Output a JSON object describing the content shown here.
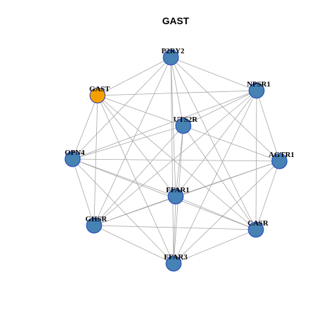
{
  "title": "GAST",
  "colors": {
    "query_node": "#f5a000",
    "node": "#4682b4",
    "node_border": "#1f3fbf",
    "edge": "#a6a6a6"
  },
  "nodes": [
    {
      "id": "P2RY2",
      "label": "P2RY2",
      "role": "node"
    },
    {
      "id": "NPSR1",
      "label": "NPSR1",
      "role": "node"
    },
    {
      "id": "GAST",
      "label": "GAST",
      "role": "query"
    },
    {
      "id": "UTS2R",
      "label": "UTS2R",
      "role": "node"
    },
    {
      "id": "OPN4",
      "label": "OPN4",
      "role": "node"
    },
    {
      "id": "AGTR1",
      "label": "AGTR1",
      "role": "node"
    },
    {
      "id": "FFAR1",
      "label": "FFAR1",
      "role": "node"
    },
    {
      "id": "GHSR",
      "label": "GHSR",
      "role": "node"
    },
    {
      "id": "CASR",
      "label": "CASR",
      "role": "node"
    },
    {
      "id": "FFAR3",
      "label": "FFAR3",
      "role": "node"
    }
  ],
  "edges": [
    [
      "P2RY2",
      "NPSR1"
    ],
    [
      "P2RY2",
      "GAST"
    ],
    [
      "P2RY2",
      "UTS2R"
    ],
    [
      "P2RY2",
      "OPN4"
    ],
    [
      "P2RY2",
      "AGTR1"
    ],
    [
      "P2RY2",
      "FFAR1"
    ],
    [
      "P2RY2",
      "GHSR"
    ],
    [
      "P2RY2",
      "CASR"
    ],
    [
      "P2RY2",
      "FFAR3"
    ],
    [
      "NPSR1",
      "GAST"
    ],
    [
      "NPSR1",
      "UTS2R"
    ],
    [
      "NPSR1",
      "OPN4"
    ],
    [
      "NPSR1",
      "AGTR1"
    ],
    [
      "NPSR1",
      "FFAR1"
    ],
    [
      "NPSR1",
      "GHSR"
    ],
    [
      "NPSR1",
      "CASR"
    ],
    [
      "NPSR1",
      "FFAR3"
    ],
    [
      "GAST",
      "UTS2R"
    ],
    [
      "GAST",
      "OPN4"
    ],
    [
      "GAST",
      "FFAR1"
    ],
    [
      "GAST",
      "GHSR"
    ],
    [
      "GAST",
      "CASR"
    ],
    [
      "GAST",
      "FFAR3"
    ],
    [
      "UTS2R",
      "OPN4"
    ],
    [
      "UTS2R",
      "AGTR1"
    ],
    [
      "UTS2R",
      "FFAR1"
    ],
    [
      "UTS2R",
      "GHSR"
    ],
    [
      "UTS2R",
      "CASR"
    ],
    [
      "UTS2R",
      "FFAR3"
    ],
    [
      "OPN4",
      "AGTR1"
    ],
    [
      "OPN4",
      "FFAR1"
    ],
    [
      "OPN4",
      "GHSR"
    ],
    [
      "OPN4",
      "CASR"
    ],
    [
      "OPN4",
      "FFAR3"
    ],
    [
      "AGTR1",
      "FFAR1"
    ],
    [
      "AGTR1",
      "GHSR"
    ],
    [
      "AGTR1",
      "CASR"
    ],
    [
      "AGTR1",
      "FFAR3"
    ],
    [
      "FFAR1",
      "GHSR"
    ],
    [
      "FFAR1",
      "CASR"
    ],
    [
      "FFAR1",
      "FFAR3"
    ],
    [
      "GHSR",
      "CASR"
    ],
    [
      "GHSR",
      "FFAR3"
    ],
    [
      "CASR",
      "FFAR3"
    ]
  ]
}
